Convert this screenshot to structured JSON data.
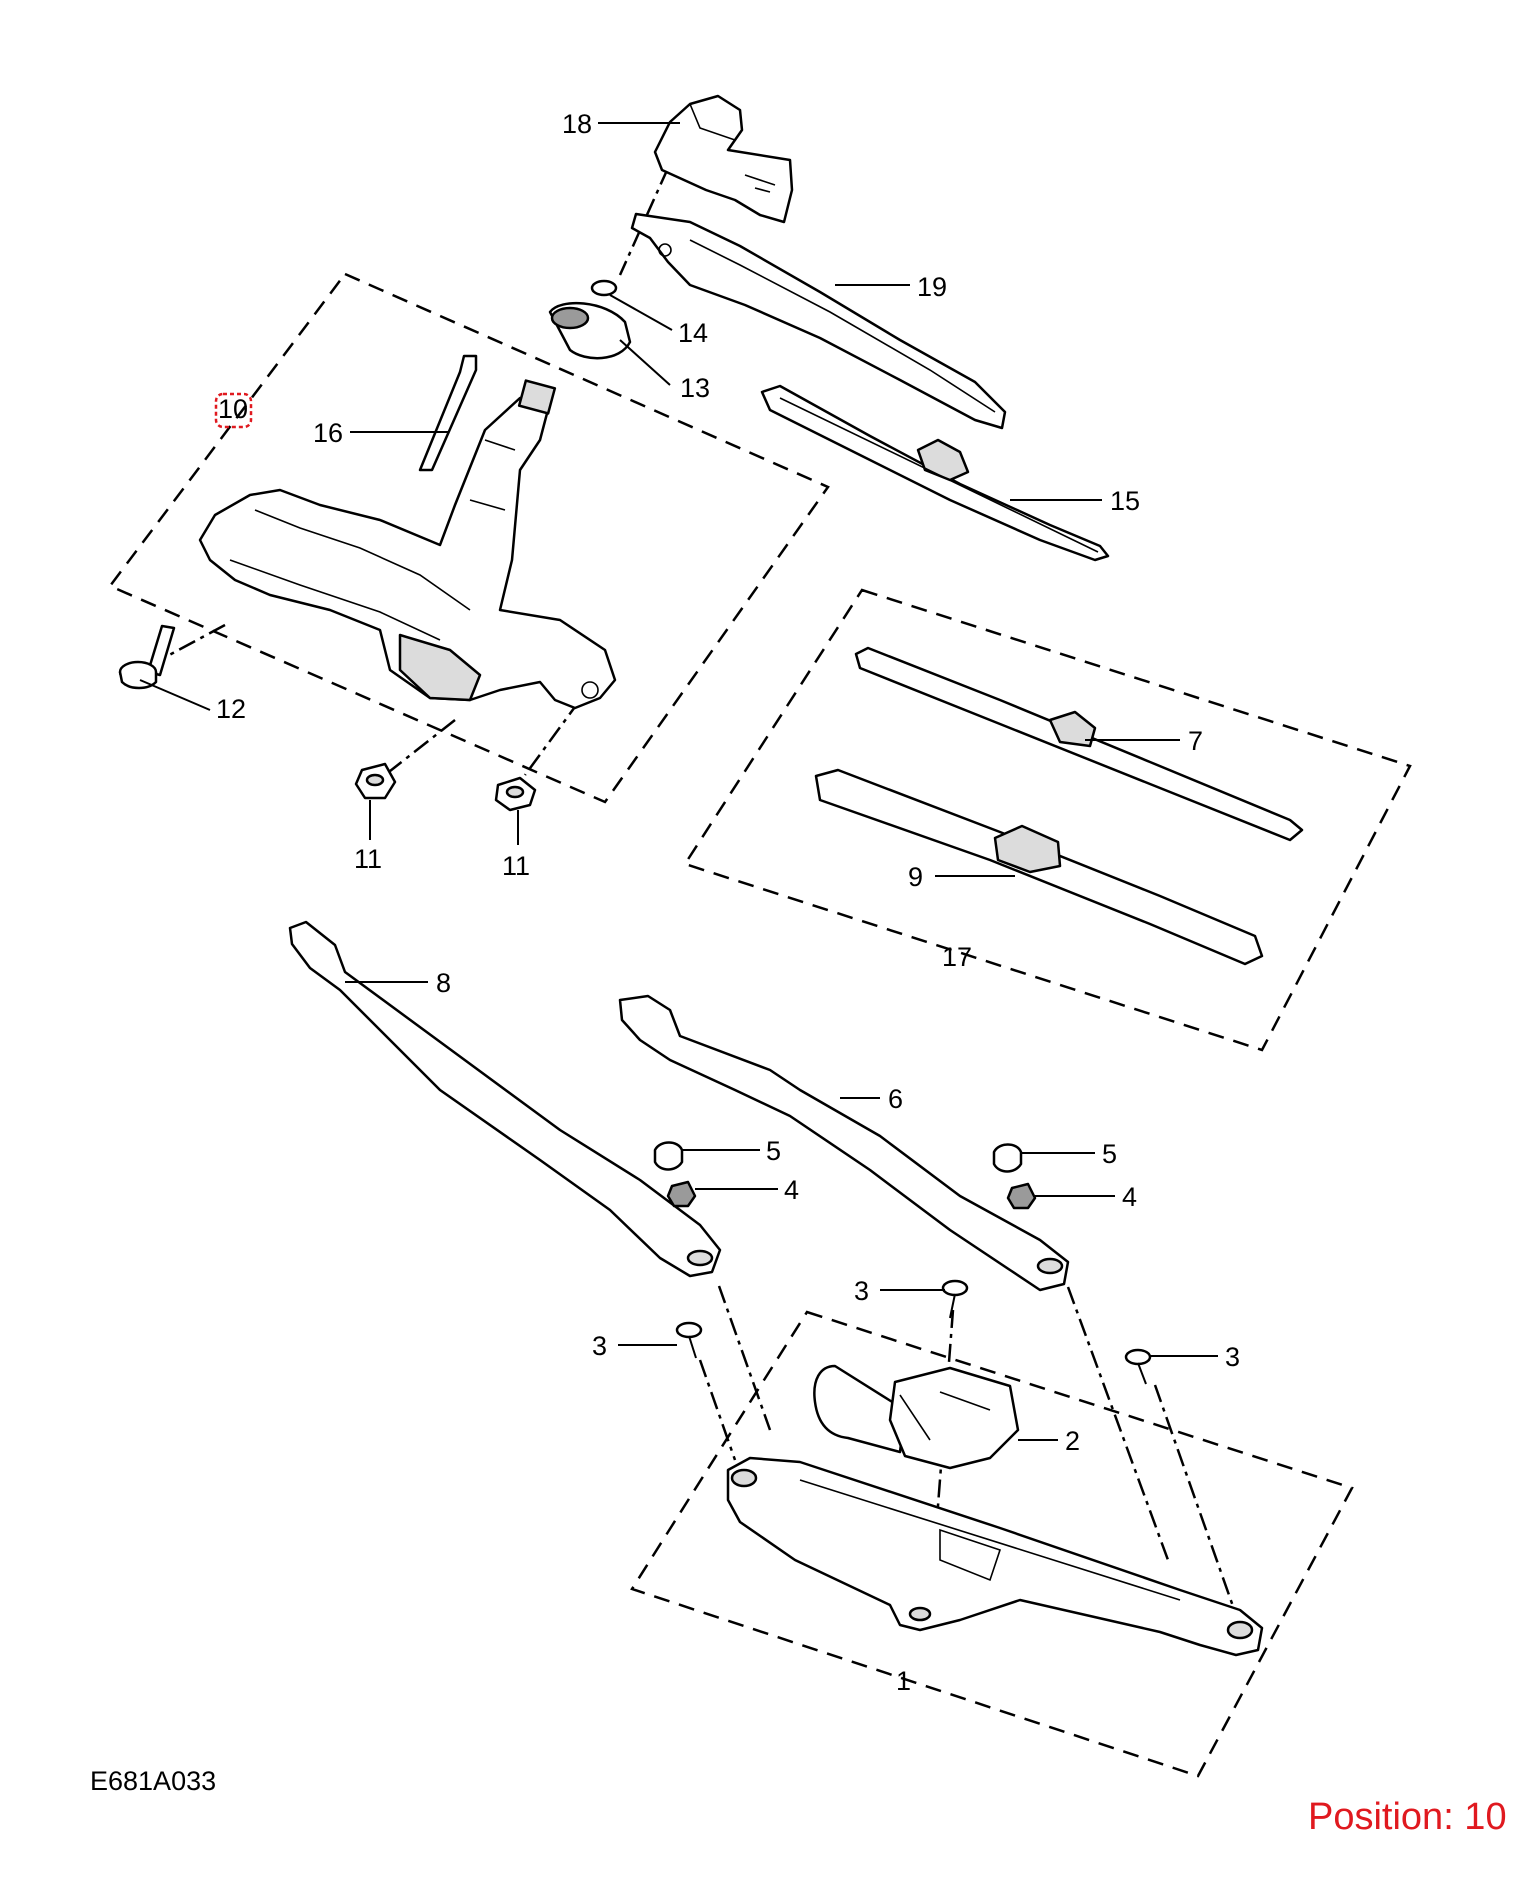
{
  "drawing_code": "E681A033",
  "position_text": "Position: 10",
  "highlight_color": "#e0191f",
  "callouts": [
    "1",
    "2",
    "3",
    "3",
    "3",
    "4",
    "4",
    "5",
    "5",
    "6",
    "7",
    "8",
    "9",
    "10",
    "11",
    "11",
    "12",
    "13",
    "14",
    "15",
    "16",
    "17",
    "18",
    "19"
  ]
}
